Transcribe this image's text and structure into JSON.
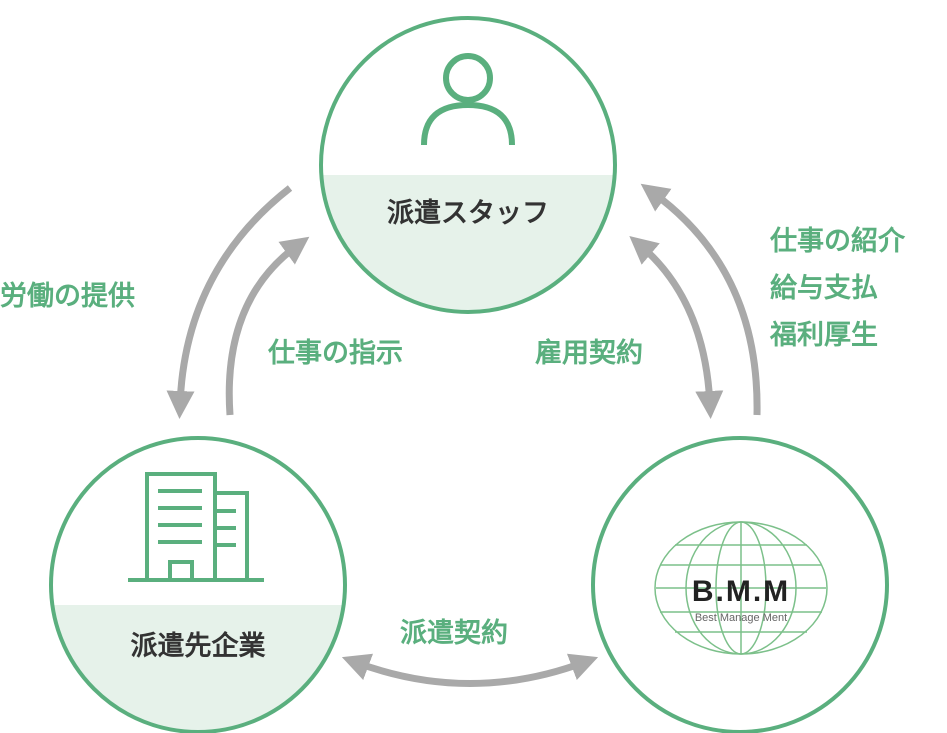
{
  "nodes": {
    "staff": {
      "label": "派遣スタッフ",
      "icon": "person-icon"
    },
    "client": {
      "label": "派遣先企業",
      "icon": "building-icon"
    },
    "bmm": {
      "logo_text": "B.M.M",
      "logo_subtext": "Best Manage Ment",
      "icon": "globe-logo"
    }
  },
  "edges": {
    "labor_provision": "労働の提供",
    "work_instruction": "仕事の指示",
    "employment_contract": "雇用契約",
    "bmm_services": [
      "仕事の紹介",
      "給与支払",
      "福利厚生"
    ],
    "dispatch_contract": "派遣契約"
  },
  "colors": {
    "accent": "#5aaf7e",
    "fill": "#e6f2ea",
    "arrow": "#a9a9a9",
    "text": "#333333"
  }
}
